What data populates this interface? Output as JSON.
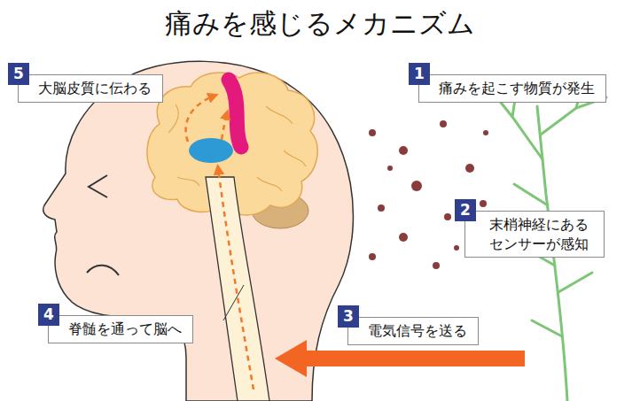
{
  "diagram": {
    "title": "痛みを感じるメカニズム",
    "nodes": [
      {
        "text": [
          "1",
          "痛みを起こす物質が発生"
        ]
      },
      {
        "text": [
          "2",
          "末梢神経にある センサーが感知"
        ]
      },
      {
        "text": [
          "3",
          "電気信号を送る"
        ]
      },
      {
        "text": [
          "4",
          "脊髄を通って脳へ"
        ]
      },
      {
        "text": [
          "5",
          "大脳皮質に伝わる"
        ]
      }
    ]
  }
}
